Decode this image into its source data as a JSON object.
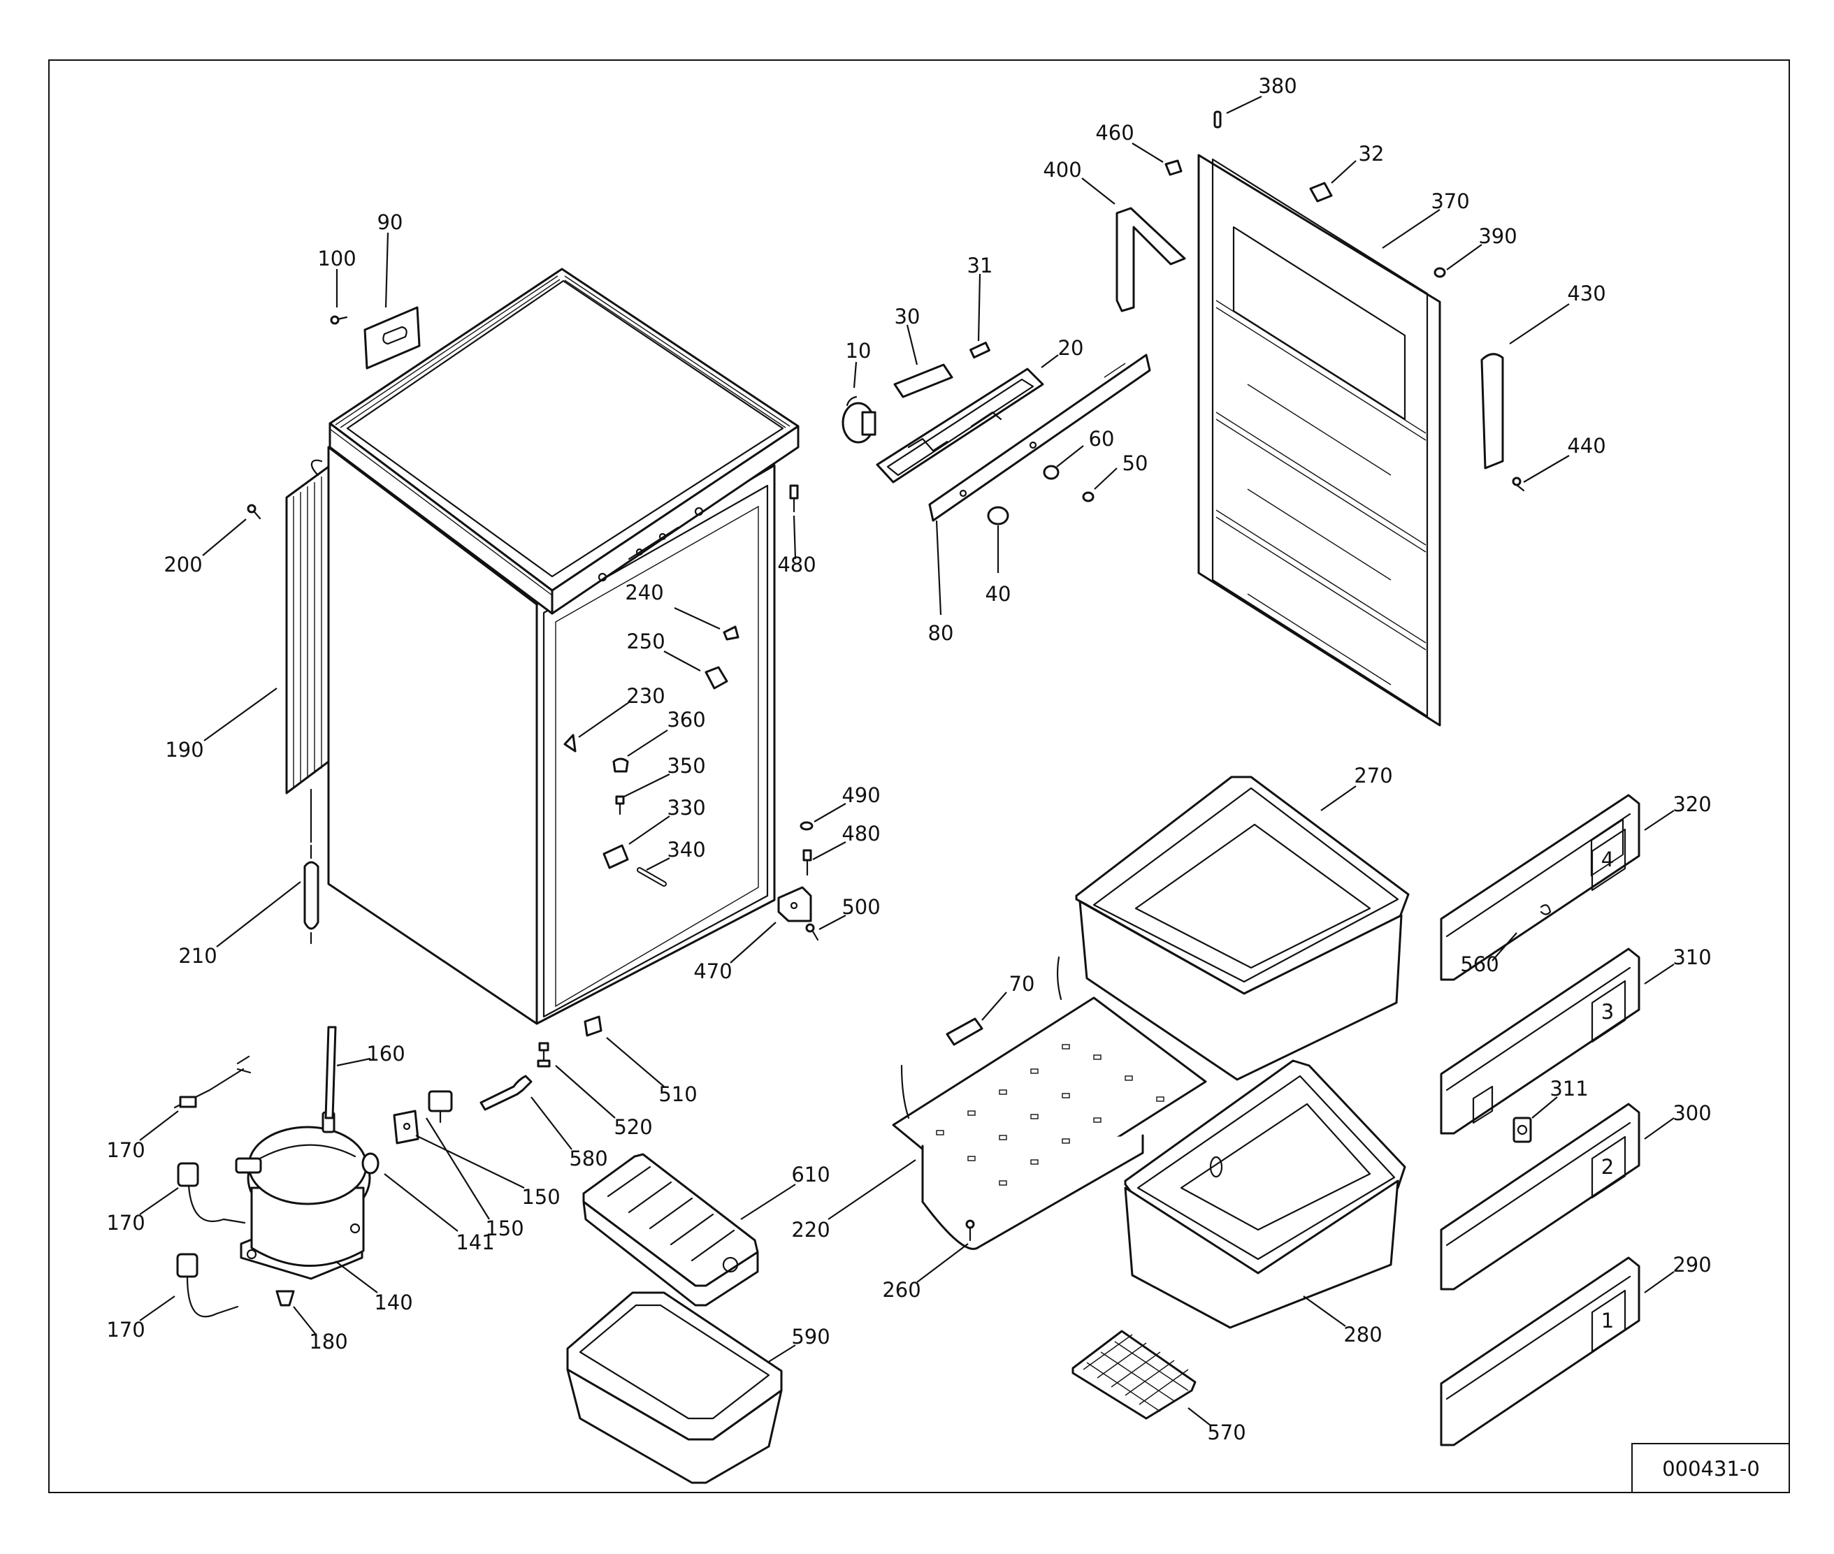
{
  "drawing_number": "000431-0",
  "callouts": [
    "10",
    "20",
    "30",
    "31",
    "32",
    "40",
    "50",
    "60",
    "70",
    "80",
    "90",
    "100",
    "140",
    "141",
    "150",
    "150",
    "160",
    "170",
    "170",
    "170",
    "180",
    "190",
    "200",
    "210",
    "220",
    "230",
    "240",
    "250",
    "260",
    "270",
    "280",
    "290",
    "300",
    "310",
    "311",
    "320",
    "330",
    "340",
    "350",
    "360",
    "370",
    "380",
    "390",
    "400",
    "430",
    "440",
    "460",
    "470",
    "480",
    "480",
    "490",
    "500",
    "510",
    "520",
    "560",
    "570",
    "580",
    "590",
    "610"
  ],
  "drawer_numbers": [
    "1",
    "2",
    "3",
    "4"
  ]
}
